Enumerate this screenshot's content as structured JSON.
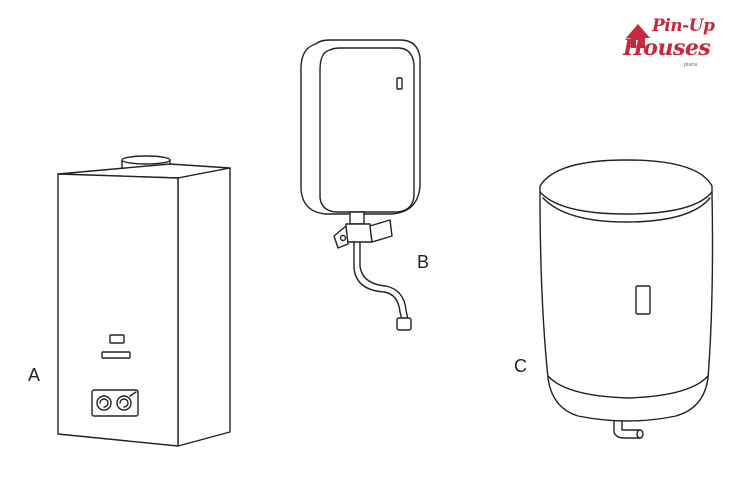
{
  "labels": {
    "a": "A",
    "b": "B",
    "c": "C"
  },
  "logo": {
    "line1": "Pin-Up",
    "line2": "Houses",
    "line3": "plans"
  },
  "colors": {
    "stroke": "#222222",
    "fill": "#ffffff",
    "brand_red": "#c8283d"
  }
}
